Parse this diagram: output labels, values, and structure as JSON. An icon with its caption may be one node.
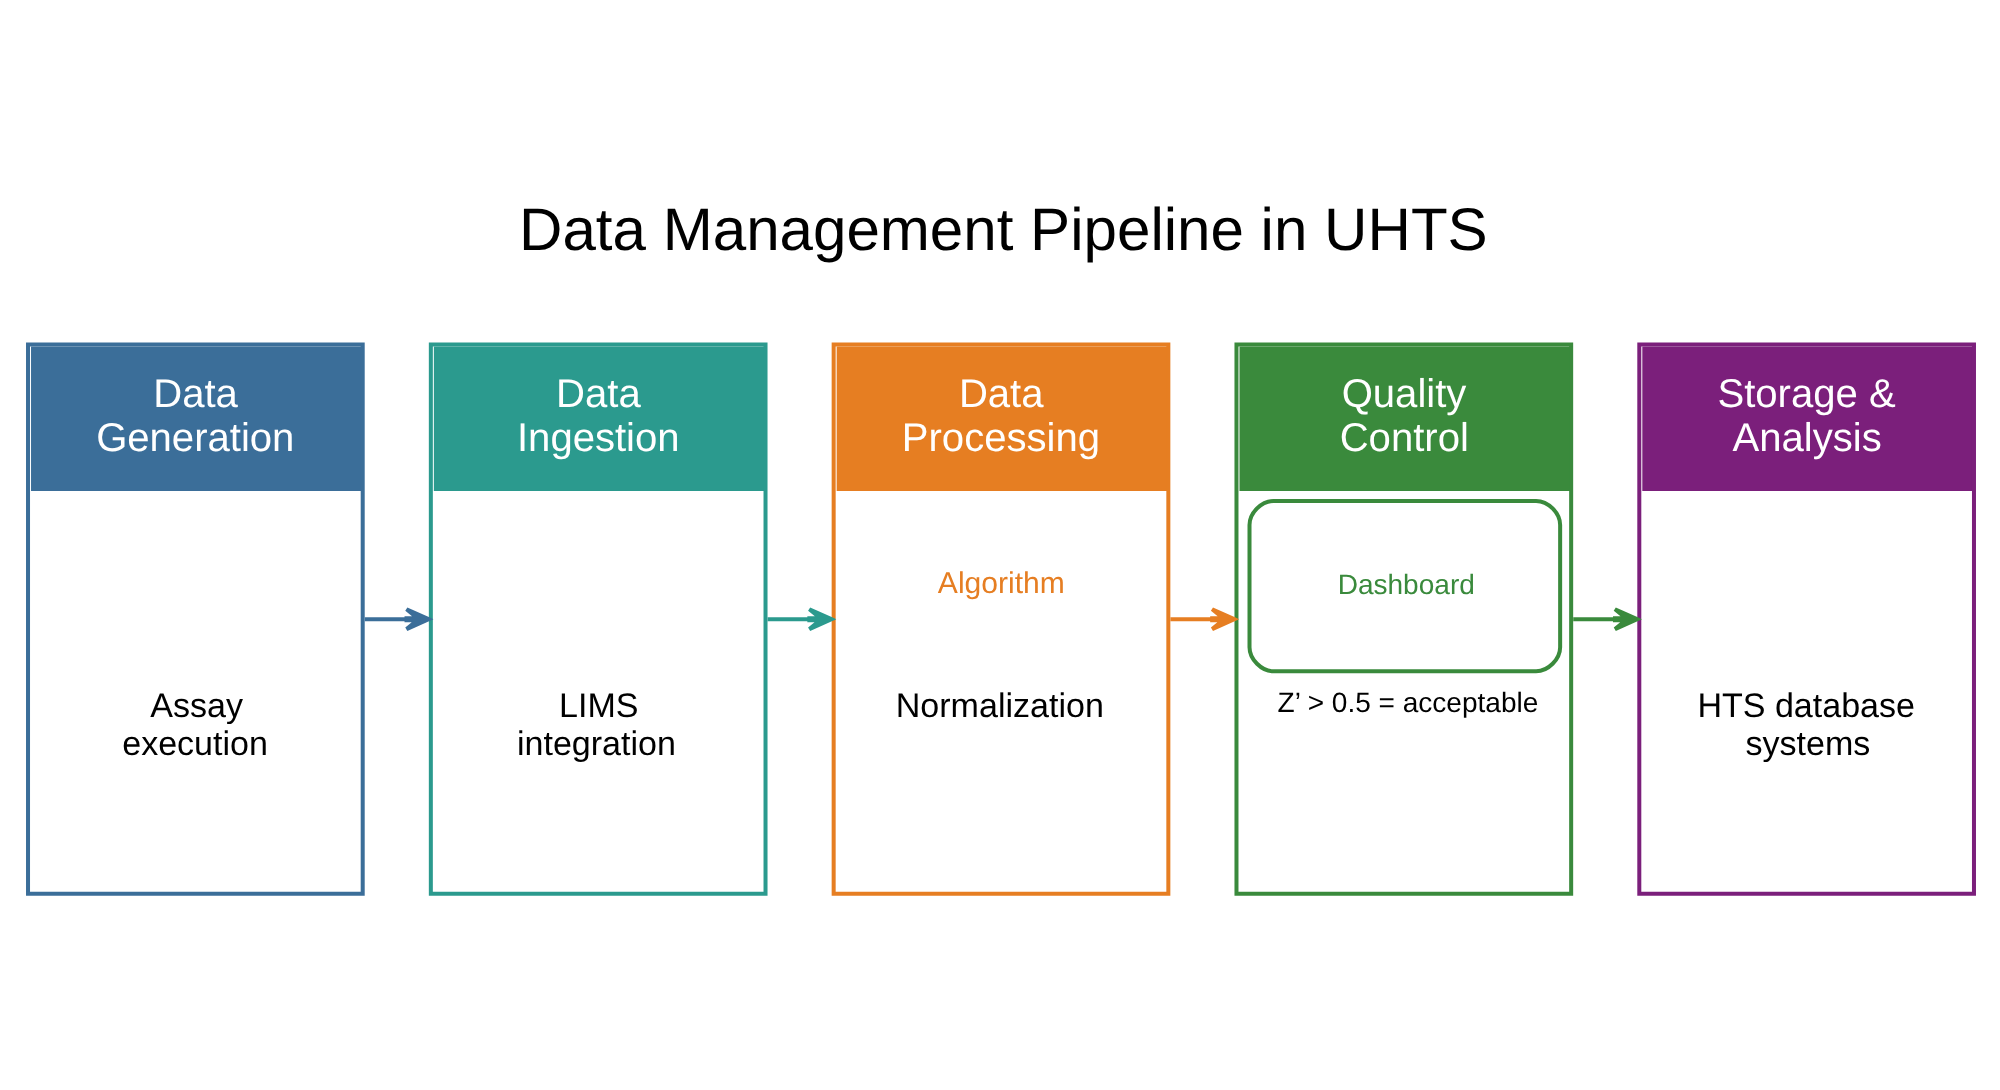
{
  "diagram": {
    "title": "Data Management Pipeline in UHTS",
    "nodes": [
      {
        "text": [
          "Data Generation",
          "Assay execution"
        ]
      },
      {
        "text": [
          "Data Ingestion",
          "LIMS integration"
        ]
      },
      {
        "text": [
          "Data Processing",
          "Algorithm",
          "Normalization"
        ]
      },
      {
        "text": [
          "Quality Control",
          "Dashboard",
          "Z’ > 0.5 = acceptable"
        ]
      },
      {
        "text": [
          "Storage & Analysis",
          "HTS database systems"
        ]
      }
    ],
    "edges": [
      {
        "from": 0,
        "to": 1,
        "arrow": "to",
        "color": "#3b6e99"
      },
      {
        "from": 1,
        "to": 2,
        "arrow": "to",
        "color": "#2b9a8e"
      },
      {
        "from": 2,
        "to": 3,
        "arrow": "to",
        "color": "#e67e22"
      },
      {
        "from": 3,
        "to": 4,
        "arrow": "to",
        "color": "#3a8a3c"
      }
    ]
  }
}
